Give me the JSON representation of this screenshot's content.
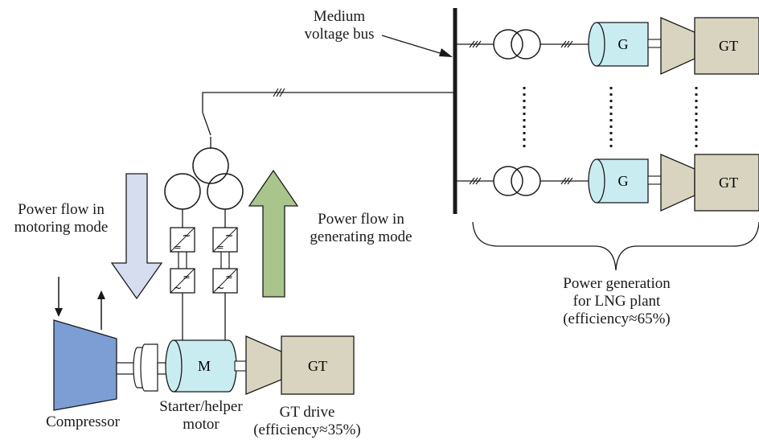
{
  "labels": {
    "medium_voltage_bus": [
      "Medium",
      "voltage bus"
    ],
    "power_flow_motoring": [
      "Power flow in",
      "motoring mode"
    ],
    "power_flow_generating": [
      "Power flow in",
      "generating mode"
    ],
    "power_generation": [
      "Power generation",
      "for LNG plant",
      "(efficiency≈65%)"
    ],
    "compressor": "Compressor",
    "starter_motor": [
      "Starter/helper",
      "motor"
    ],
    "gt_drive": [
      "GT drive",
      "(efficiency≈35%)"
    ]
  },
  "components": {
    "generator_label": "G",
    "turbine_label": "GT",
    "motor_label": "M"
  },
  "colors": {
    "compressor": "#7c9ed4",
    "turbine": "#d8d4bf",
    "machine": "#c9ecf1",
    "arrow_down": "#d6ddee",
    "arrow_up": "#a9c58c",
    "line": "#1a1a1a"
  }
}
